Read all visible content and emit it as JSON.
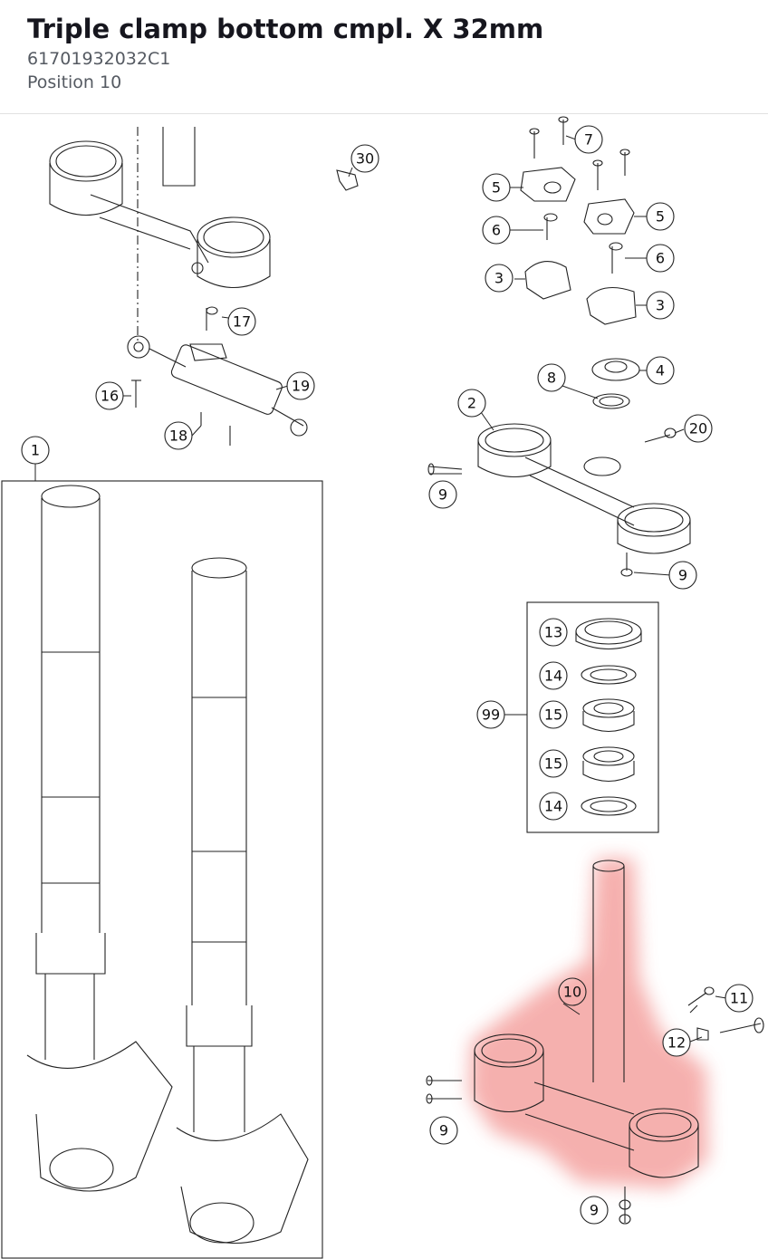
{
  "header": {
    "title": "Triple clamp bottom cmpl. X 32mm",
    "part_number": "61701932032C1",
    "position": "Position 10"
  },
  "highlight_color": "#f4a3a0",
  "callouts": [
    {
      "id": "1",
      "label": "1"
    },
    {
      "id": "2",
      "label": "2"
    },
    {
      "id": "3a",
      "label": "3"
    },
    {
      "id": "3b",
      "label": "3"
    },
    {
      "id": "4",
      "label": "4"
    },
    {
      "id": "5a",
      "label": "5"
    },
    {
      "id": "5b",
      "label": "5"
    },
    {
      "id": "6a",
      "label": "6"
    },
    {
      "id": "6b",
      "label": "6"
    },
    {
      "id": "7",
      "label": "7"
    },
    {
      "id": "8",
      "label": "8"
    },
    {
      "id": "9a",
      "label": "9"
    },
    {
      "id": "9b",
      "label": "9"
    },
    {
      "id": "9c",
      "label": "9"
    },
    {
      "id": "9d",
      "label": "9"
    },
    {
      "id": "10",
      "label": "10"
    },
    {
      "id": "11",
      "label": "11"
    },
    {
      "id": "12",
      "label": "12"
    },
    {
      "id": "13",
      "label": "13"
    },
    {
      "id": "14a",
      "label": "14"
    },
    {
      "id": "14b",
      "label": "14"
    },
    {
      "id": "15a",
      "label": "15"
    },
    {
      "id": "15b",
      "label": "15"
    },
    {
      "id": "16",
      "label": "16"
    },
    {
      "id": "17",
      "label": "17"
    },
    {
      "id": "18",
      "label": "18"
    },
    {
      "id": "19",
      "label": "19"
    },
    {
      "id": "20",
      "label": "20"
    },
    {
      "id": "30",
      "label": "30"
    },
    {
      "id": "99",
      "label": "99"
    }
  ]
}
